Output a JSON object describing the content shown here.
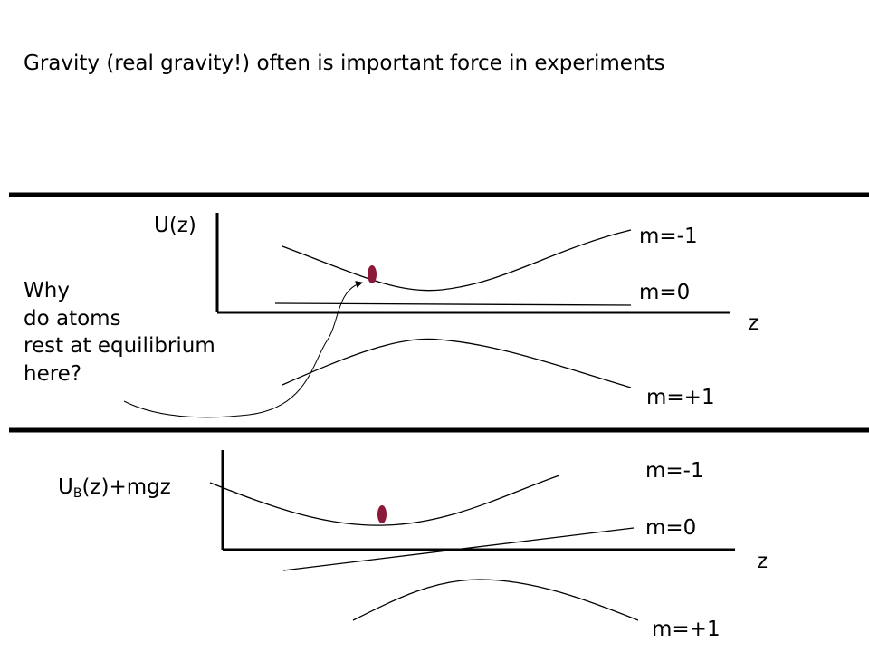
{
  "title": "Gravity (real gravity!) often is important force in experiments",
  "question": {
    "lines": [
      "Why",
      "do atoms",
      "rest at equilibrium",
      "here?"
    ]
  },
  "top_panel": {
    "y_axis_label": "U(z)",
    "x_axis_label": "z",
    "curves": [
      "m=-1",
      "m=0",
      "m=+1"
    ]
  },
  "bottom_panel": {
    "y_axis_label": {
      "base": "U",
      "subscript": "B",
      "suffix": "(z)+mgz"
    },
    "x_axis_label": "z",
    "curves": [
      "m=-1",
      "m=0",
      "m=+1"
    ]
  },
  "colors": {
    "atom": "#8b1a3a",
    "line": "#000000",
    "background": "#ffffff"
  }
}
